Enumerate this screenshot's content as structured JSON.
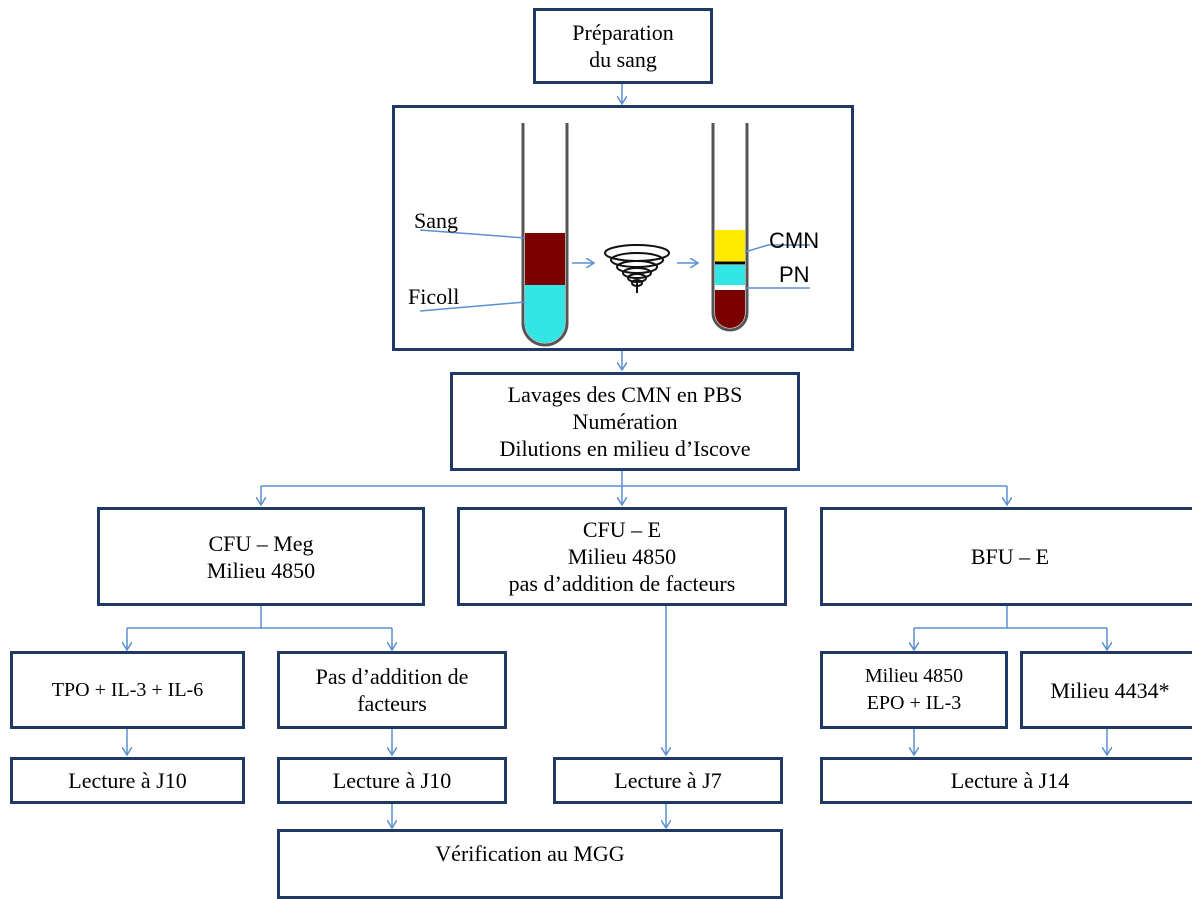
{
  "top_box": {
    "line1": "Préparation",
    "line2": "du sang"
  },
  "tubes": {
    "sang": "Sang",
    "ficoll": "Ficoll",
    "cmn": "CMN",
    "pn": "PN",
    "colors": {
      "blood": "#7b0000",
      "ficoll": "#33e6e6",
      "cmn": "#ffea00"
    }
  },
  "wash_box": {
    "line1": "Lavages des CMN en PBS",
    "line2": "Numération",
    "line3": "Dilutions en milieu d’Iscove"
  },
  "branches": {
    "meg": {
      "line1": "CFU – Meg",
      "line2": "Milieu 4850"
    },
    "cfue": {
      "line1": "CFU – E",
      "line2": "Milieu 4850",
      "line3": "pas d’addition de facteurs"
    },
    "bfue": {
      "line1": "BFU – E"
    }
  },
  "conditions": {
    "tpo": "TPO + IL-3 + IL-6",
    "pas": {
      "line1": "Pas d’addition de",
      "line2": "facteurs"
    },
    "m4850": {
      "line1": "Milieu 4850",
      "line2": "EPO + IL-3"
    },
    "m4434": "Milieu 4434*"
  },
  "readouts": {
    "j10a": "Lecture à J10",
    "j10b": "Lecture à J10",
    "j7": "Lecture à J7",
    "j14": "Lecture à J14"
  },
  "verification": "Vérification au MGG",
  "colors": {
    "border": "#203864",
    "connector": "#5b8fd0"
  }
}
